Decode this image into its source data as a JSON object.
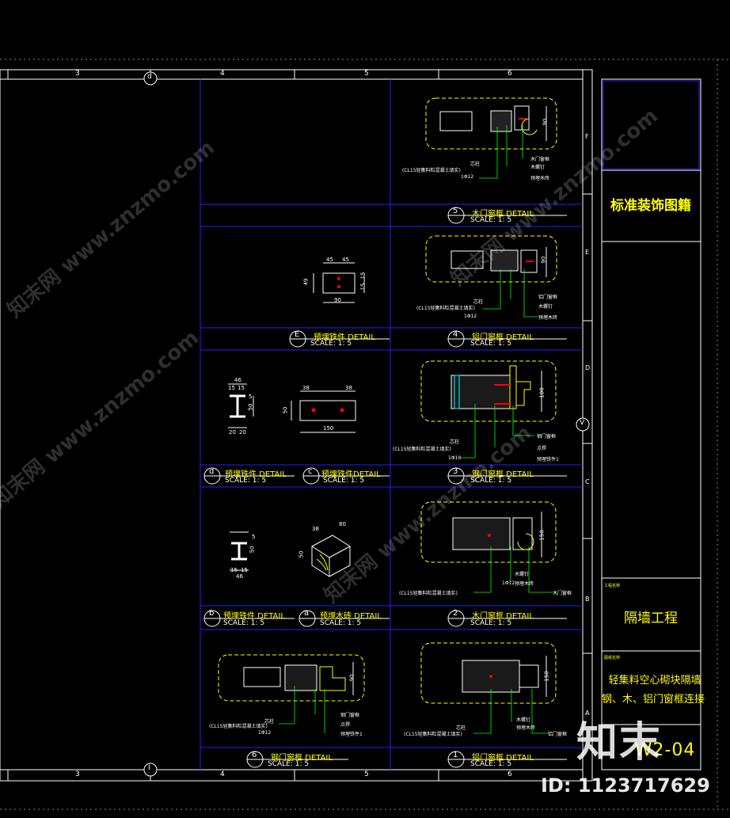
{
  "grid": {
    "top_numbers": [
      "3",
      "4",
      "5",
      "6"
    ],
    "bottom_numbers": [
      "3",
      "4",
      "5",
      "6"
    ],
    "top_circle": "d",
    "bottom_circle": "I",
    "right_letters": [
      "F",
      "E",
      "D",
      "C",
      "B",
      "A"
    ],
    "right_circle": "V"
  },
  "title_block": {
    "title": "标准装饰图籍",
    "label1": "工程名称",
    "project": "隔墙工程",
    "label2": "图纸名称",
    "subtitle1": "轻集料空心砌块隔墙",
    "subtitle2": "钢、木、铝门窗框连接",
    "drawing_no": "W2-04"
  },
  "details": [
    {
      "num": "5",
      "name": "木门窗框 DETAIL",
      "scale": "SCALE: 1: 5"
    },
    {
      "num": "E",
      "name": "预埋铁件 DETAIL",
      "scale": "SCALE: 1: 5"
    },
    {
      "num": "4",
      "name": "铝门窗框 DETAIL",
      "scale": "SCALE: 1: 5"
    },
    {
      "num": "d",
      "name": "预埋铁件 DETAIL",
      "scale": "SCALE: 1: 5"
    },
    {
      "num": "c",
      "name": "预埋铁件DETAIL",
      "scale": "SCALE: 1: 5"
    },
    {
      "num": "3",
      "name": "钢门窗框 DETAIL",
      "scale": "SCALE: 1: 5"
    },
    {
      "num": "b",
      "name": "预埋铁件 DETAIL",
      "scale": "SCALE: 1: 5"
    },
    {
      "num": "a",
      "name": "预埋木砖 DETAIL",
      "scale": "SCALE: 1: 5"
    },
    {
      "num": "2",
      "name": "木门窗框 DETAIL",
      "scale": "SCALE: 1: 5"
    },
    {
      "num": "6",
      "name": "钢门窗框 DETAIL",
      "scale": "SCALE: 1: 5"
    },
    {
      "num": "1",
      "name": "铝门窗框 DETAIL",
      "scale": "SCALE: 1: 5"
    }
  ],
  "annotations": {
    "core_col": "芯柱",
    "fill_note": "(CL15轻集料粒混凝土填实)",
    "rebar": "1Φ12",
    "rebar2": "1Φ10",
    "wood_frame": "木门窗框",
    "wood_nail": "木螺钉",
    "wood_brick": "预埋木砖",
    "al_frame": "铝门窗框",
    "steel_frame": "钢门窗框",
    "weld": "点焊",
    "iron": "预埋铁件1"
  },
  "dims": {
    "d90": "90",
    "d45": "45",
    "d49": "49",
    "d15": "15",
    "d46": "46",
    "d50": "50",
    "d20": "20",
    "d38": "38",
    "d150": "150",
    "d100": "100",
    "d80": "80",
    "d5": "5"
  },
  "watermark": {
    "site": "知末网 www.znzmo.com",
    "logo": "知末",
    "id": "ID: 1123717629"
  },
  "colors": {
    "grid_blue": "#2020ff",
    "line_yellow": "#ffff00",
    "frame_white": "#ffffff",
    "cyan": "#00ffff",
    "green": "#00ff00",
    "red": "#ff0000"
  }
}
